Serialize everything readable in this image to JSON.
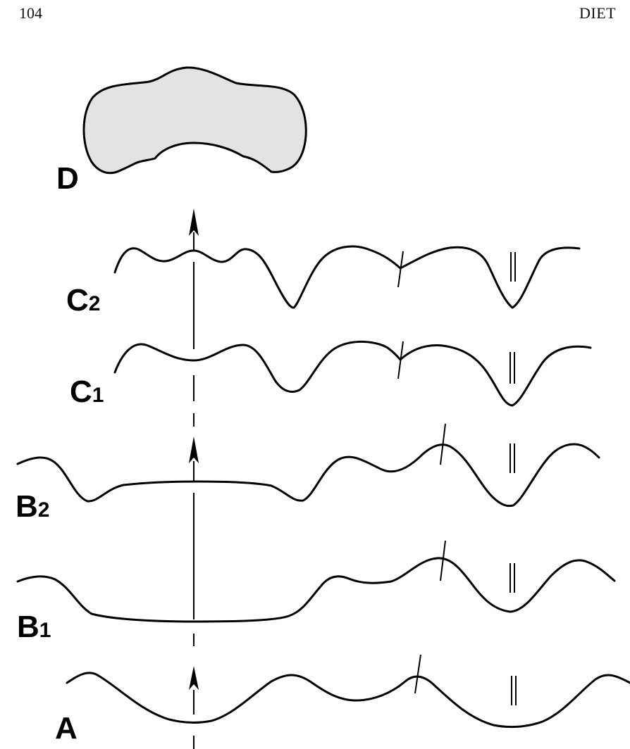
{
  "header": {
    "page_number": "104",
    "running_head": "DIET"
  },
  "figure": {
    "profiles": [
      {
        "label": "D",
        "subscript": ""
      },
      {
        "label": "C",
        "subscript": "2"
      },
      {
        "label": "C",
        "subscript": "1"
      },
      {
        "label": "B",
        "subscript": "2"
      },
      {
        "label": "B",
        "subscript": "1"
      },
      {
        "label": "A",
        "subscript": ""
      }
    ]
  }
}
